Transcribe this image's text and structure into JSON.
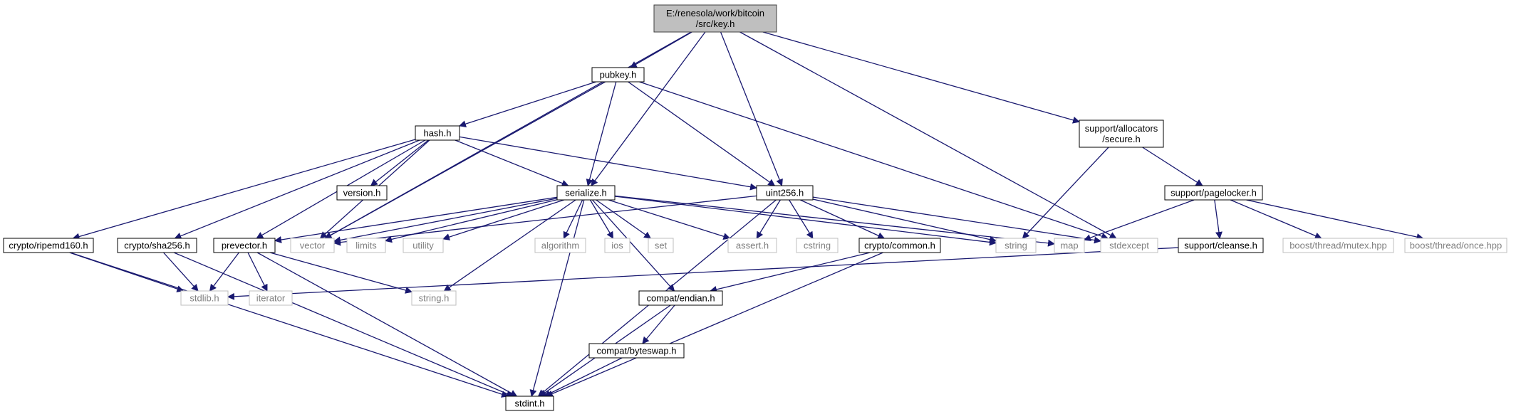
{
  "graph": {
    "nodes": [
      {
        "id": "key",
        "lines": [
          "E:/renesola/work/bitcoin",
          "/src/key.h"
        ],
        "kind": "root"
      },
      {
        "id": "pubkey",
        "lines": [
          "pubkey.h"
        ],
        "kind": "local"
      },
      {
        "id": "hash",
        "lines": [
          "hash.h"
        ],
        "kind": "local"
      },
      {
        "id": "serialize",
        "lines": [
          "serialize.h"
        ],
        "kind": "local"
      },
      {
        "id": "uint256",
        "lines": [
          "uint256.h"
        ],
        "kind": "local"
      },
      {
        "id": "secure",
        "lines": [
          "support/allocators",
          "/secure.h"
        ],
        "kind": "local"
      },
      {
        "id": "pagelocker",
        "lines": [
          "support/pagelocker.h"
        ],
        "kind": "local"
      },
      {
        "id": "version",
        "lines": [
          "version.h"
        ],
        "kind": "local"
      },
      {
        "id": "ripemd160",
        "lines": [
          "crypto/ripemd160.h"
        ],
        "kind": "local"
      },
      {
        "id": "sha256",
        "lines": [
          "crypto/sha256.h"
        ],
        "kind": "local"
      },
      {
        "id": "prevector",
        "lines": [
          "prevector.h"
        ],
        "kind": "local"
      },
      {
        "id": "cryptocommon",
        "lines": [
          "crypto/common.h"
        ],
        "kind": "local"
      },
      {
        "id": "cleanse",
        "lines": [
          "support/cleanse.h"
        ],
        "kind": "local"
      },
      {
        "id": "endian",
        "lines": [
          "compat/endian.h"
        ],
        "kind": "local"
      },
      {
        "id": "byteswap",
        "lines": [
          "compat/byteswap.h"
        ],
        "kind": "local"
      },
      {
        "id": "stdint",
        "lines": [
          "stdint.h"
        ],
        "kind": "local"
      },
      {
        "id": "vector",
        "lines": [
          "vector"
        ],
        "kind": "external"
      },
      {
        "id": "limits",
        "lines": [
          "limits"
        ],
        "kind": "external"
      },
      {
        "id": "utility",
        "lines": [
          "utility"
        ],
        "kind": "external"
      },
      {
        "id": "algorithm",
        "lines": [
          "algorithm"
        ],
        "kind": "external"
      },
      {
        "id": "ios",
        "lines": [
          "ios"
        ],
        "kind": "external"
      },
      {
        "id": "set",
        "lines": [
          "set"
        ],
        "kind": "external"
      },
      {
        "id": "assert",
        "lines": [
          "assert.h"
        ],
        "kind": "external"
      },
      {
        "id": "cstring",
        "lines": [
          "cstring"
        ],
        "kind": "external"
      },
      {
        "id": "string",
        "lines": [
          "string"
        ],
        "kind": "external"
      },
      {
        "id": "map",
        "lines": [
          "map"
        ],
        "kind": "external"
      },
      {
        "id": "stdexcept",
        "lines": [
          "stdexcept"
        ],
        "kind": "external"
      },
      {
        "id": "mutex",
        "lines": [
          "boost/thread/mutex.hpp"
        ],
        "kind": "external"
      },
      {
        "id": "once",
        "lines": [
          "boost/thread/once.hpp"
        ],
        "kind": "external"
      },
      {
        "id": "stdlib",
        "lines": [
          "stdlib.h"
        ],
        "kind": "external"
      },
      {
        "id": "iterator",
        "lines": [
          "iterator"
        ],
        "kind": "external"
      },
      {
        "id": "stringh",
        "lines": [
          "string.h"
        ],
        "kind": "external"
      }
    ],
    "edges": [
      [
        "key",
        "pubkey"
      ],
      [
        "key",
        "vector"
      ],
      [
        "key",
        "serialize"
      ],
      [
        "key",
        "uint256"
      ],
      [
        "key",
        "stdexcept"
      ],
      [
        "key",
        "secure"
      ],
      [
        "pubkey",
        "hash"
      ],
      [
        "pubkey",
        "serialize"
      ],
      [
        "pubkey",
        "uint256"
      ],
      [
        "pubkey",
        "vector"
      ],
      [
        "pubkey",
        "stdexcept"
      ],
      [
        "hash",
        "version"
      ],
      [
        "hash",
        "serialize"
      ],
      [
        "hash",
        "uint256"
      ],
      [
        "hash",
        "ripemd160"
      ],
      [
        "hash",
        "sha256"
      ],
      [
        "hash",
        "prevector"
      ],
      [
        "hash",
        "vector"
      ],
      [
        "serialize",
        "vector"
      ],
      [
        "serialize",
        "limits"
      ],
      [
        "serialize",
        "utility"
      ],
      [
        "serialize",
        "algorithm"
      ],
      [
        "serialize",
        "ios"
      ],
      [
        "serialize",
        "set"
      ],
      [
        "serialize",
        "assert"
      ],
      [
        "serialize",
        "string"
      ],
      [
        "serialize",
        "map"
      ],
      [
        "serialize",
        "prevector"
      ],
      [
        "serialize",
        "endian"
      ],
      [
        "serialize",
        "stdint"
      ],
      [
        "serialize",
        "stringh"
      ],
      [
        "uint256",
        "assert"
      ],
      [
        "uint256",
        "cstring"
      ],
      [
        "uint256",
        "stdexcept"
      ],
      [
        "uint256",
        "string"
      ],
      [
        "uint256",
        "vector"
      ],
      [
        "uint256",
        "cryptocommon"
      ],
      [
        "uint256",
        "stdint"
      ],
      [
        "secure",
        "pagelocker"
      ],
      [
        "secure",
        "string"
      ],
      [
        "pagelocker",
        "cleanse"
      ],
      [
        "pagelocker",
        "map"
      ],
      [
        "pagelocker",
        "mutex"
      ],
      [
        "pagelocker",
        "once"
      ],
      [
        "ripemd160",
        "stdlib"
      ],
      [
        "ripemd160",
        "stdint"
      ],
      [
        "sha256",
        "stdlib"
      ],
      [
        "sha256",
        "stdint"
      ],
      [
        "prevector",
        "stdlib"
      ],
      [
        "prevector",
        "iterator"
      ],
      [
        "prevector",
        "stringh"
      ],
      [
        "prevector",
        "stdint"
      ],
      [
        "cryptocommon",
        "endian"
      ],
      [
        "cryptocommon",
        "stdint"
      ],
      [
        "cleanse",
        "stdlib"
      ],
      [
        "endian",
        "byteswap"
      ],
      [
        "endian",
        "stdint"
      ],
      [
        "byteswap",
        "stdint"
      ]
    ]
  },
  "colors": {
    "edge": "#191970",
    "local_border": "#000000",
    "root_fill": "#bfbfbf",
    "root_border": "#404040",
    "external_border": "#bfbfbf",
    "external_text": "#808080",
    "node_fill": "#ffffff"
  }
}
